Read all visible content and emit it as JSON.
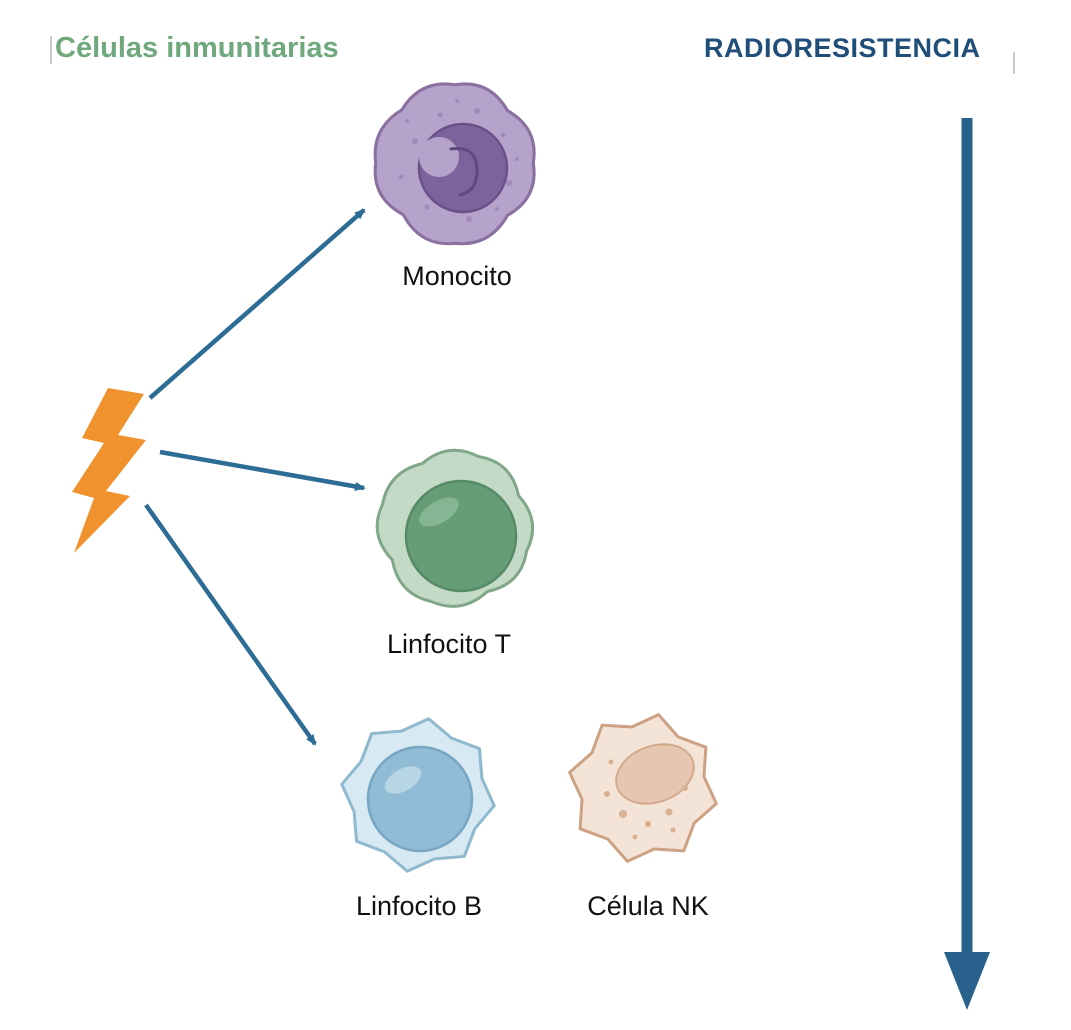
{
  "header": {
    "left_title": "Células inmunitarias",
    "right_title": "RADIORESISTENCIA"
  },
  "cells": [
    {
      "id": "monocito",
      "label": "Monocito"
    },
    {
      "id": "linfocito-t",
      "label": "Linfocito T"
    },
    {
      "id": "linfocito-b",
      "label": "Linfocito B"
    },
    {
      "id": "celula-nk",
      "label": "Célula NK"
    }
  ],
  "icons": {
    "lightning_bolt": "radiation-lightning-bolt-icon",
    "down_arrow": "radioresistance-scale-arrow-icon"
  },
  "colors": {
    "left_title_green": "#6fa87c",
    "right_title_blue": "#1f4e79",
    "arrow_blue": "#2d6c94",
    "axis_arrow_blue": "#28618c",
    "bolt_orange": "#f0922d",
    "monocito_body": "#b6a3cc",
    "monocito_nucleus": "#7d639c",
    "linfocito_t_body": "#c3dac6",
    "linfocito_t_nucleus": "#679d76",
    "linfocito_b_body": "#d7e9f2",
    "linfocito_b_nucleus": "#92bcd5",
    "celula_nk_body": "#f4e4d8",
    "celula_nk_nucleus": "#e6c6b0",
    "label_text": "#111111"
  }
}
